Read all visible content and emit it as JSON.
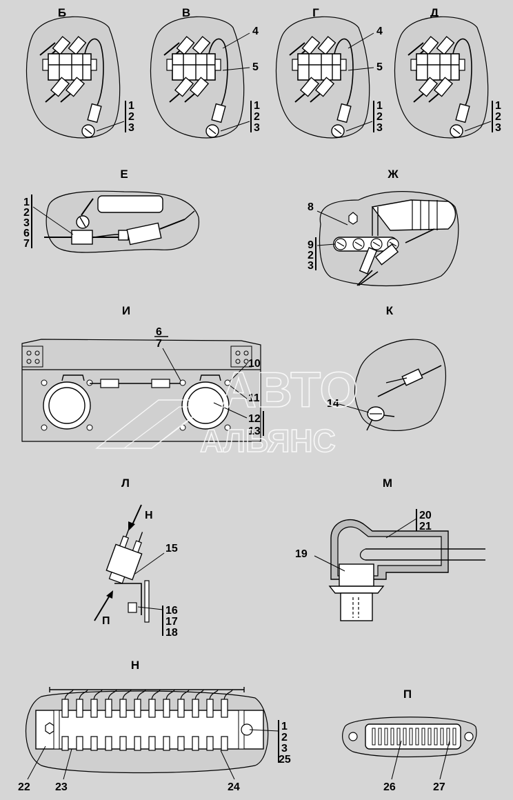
{
  "views": {
    "b": "Б",
    "v": "В",
    "g": "Г",
    "d": "Д",
    "e": "Е",
    "zh": "Ж",
    "i": "И",
    "k": "К",
    "l": "Л",
    "m": "М",
    "n": "Н",
    "p": "П"
  },
  "callouts": {
    "c1": "1",
    "c2": "2",
    "c3": "3",
    "c4": "4",
    "c5": "5",
    "c6": "6",
    "c7": "7",
    "c8": "8",
    "c9": "9",
    "c10": "10",
    "c11": "11",
    "c12": "12",
    "c13": "13",
    "c14": "14",
    "c15": "15",
    "c16": "16",
    "c17": "17",
    "c18": "18",
    "c19": "19",
    "c20": "20",
    "c21": "21",
    "c22": "22",
    "c23": "23",
    "c24": "24",
    "c25": "25",
    "c26": "26",
    "c27": "27"
  },
  "arrows": {
    "n": "Н",
    "p": "П"
  },
  "watermark": {
    "line1": "АВТО",
    "line2": "АЛЬЯНС"
  }
}
